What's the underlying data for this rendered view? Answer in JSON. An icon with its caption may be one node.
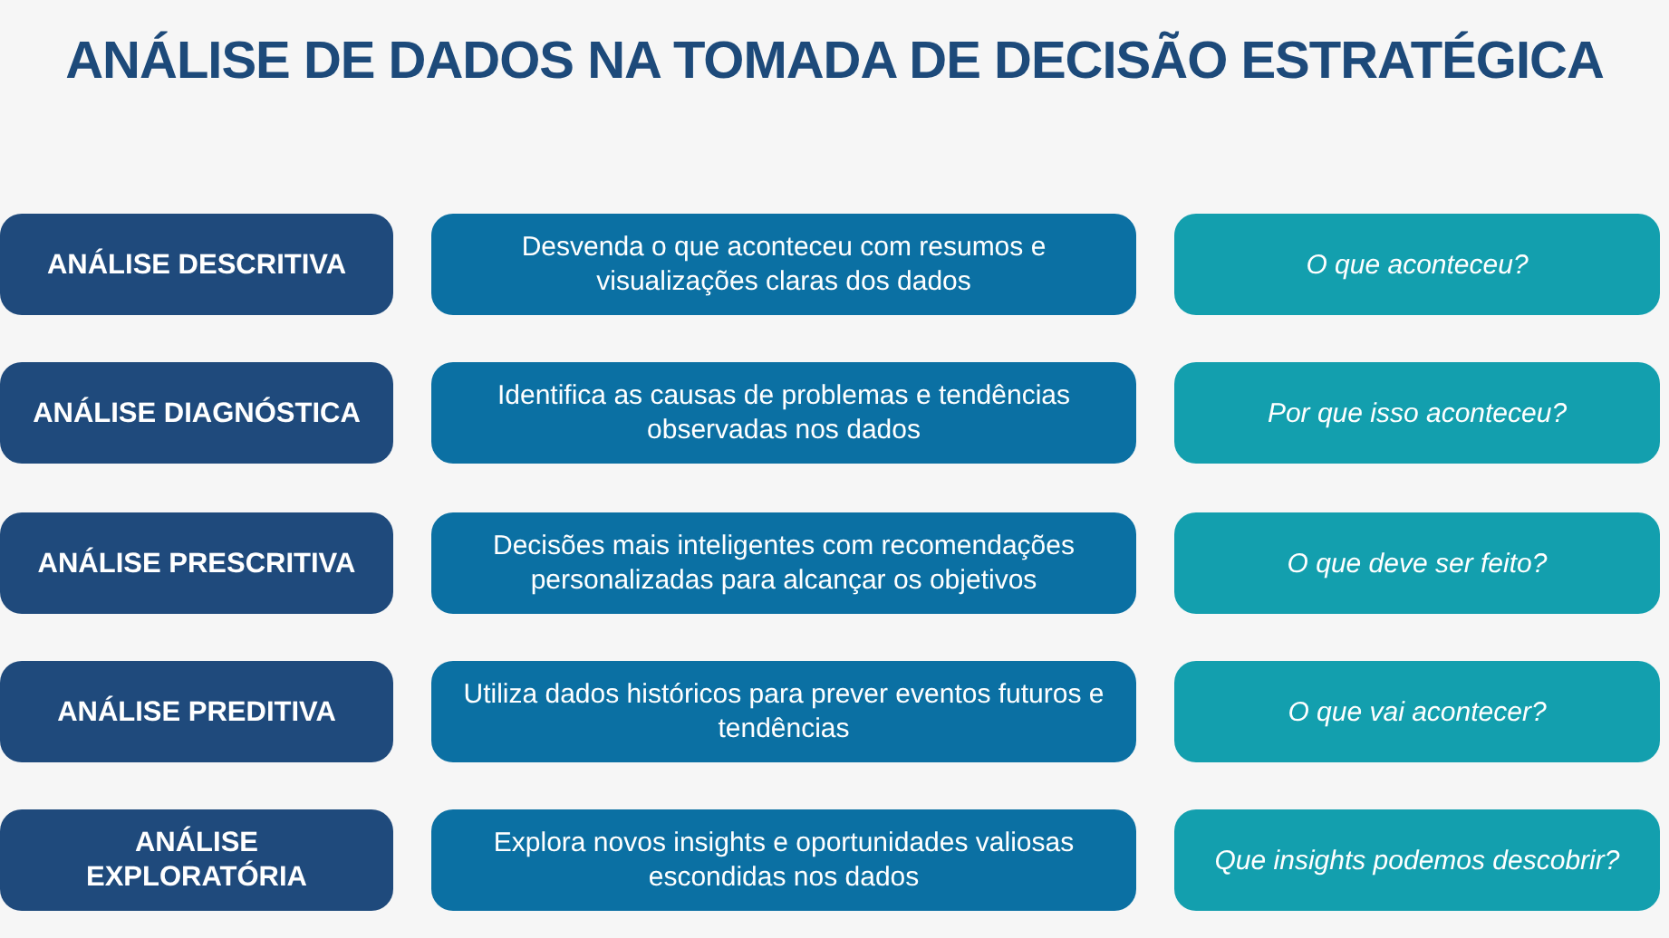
{
  "diagram": {
    "title": "ANÁLISE DE DADOS NA TOMADA DE DECISÃO ESTRATÉGICA",
    "nodes": [
      {
        "text": [
          "ANÁLISE DESCRITIVA"
        ]
      },
      {
        "text": [
          "Desvenda o que aconteceu com resumos e visualizações claras dos dados"
        ]
      },
      {
        "text": [
          "O que aconteceu?"
        ]
      },
      {
        "text": [
          "ANÁLISE DIAGNÓSTICA"
        ]
      },
      {
        "text": [
          "Identifica as causas de problemas e tendências observadas nos dados"
        ]
      },
      {
        "text": [
          "Por que isso aconteceu?"
        ]
      },
      {
        "text": [
          "ANÁLISE PRESCRITIVA"
        ]
      },
      {
        "text": [
          "Decisões mais inteligentes com recomendações personalizadas para alcançar os objetivos"
        ]
      },
      {
        "text": [
          "O que deve ser feito?"
        ]
      },
      {
        "text": [
          "ANÁLISE PREDITIVA"
        ]
      },
      {
        "text": [
          "Utiliza dados históricos para prever eventos futuros e tendências"
        ]
      },
      {
        "text": [
          "O que vai acontecer?"
        ]
      },
      {
        "text": [
          "ANÁLISE EXPLORATÓRIA"
        ]
      },
      {
        "text": [
          "Explora novos insights e oportunidades valiosas escondidas nos dados"
        ]
      },
      {
        "text": [
          "Que insights podemos descobrir?"
        ]
      }
    ]
  }
}
